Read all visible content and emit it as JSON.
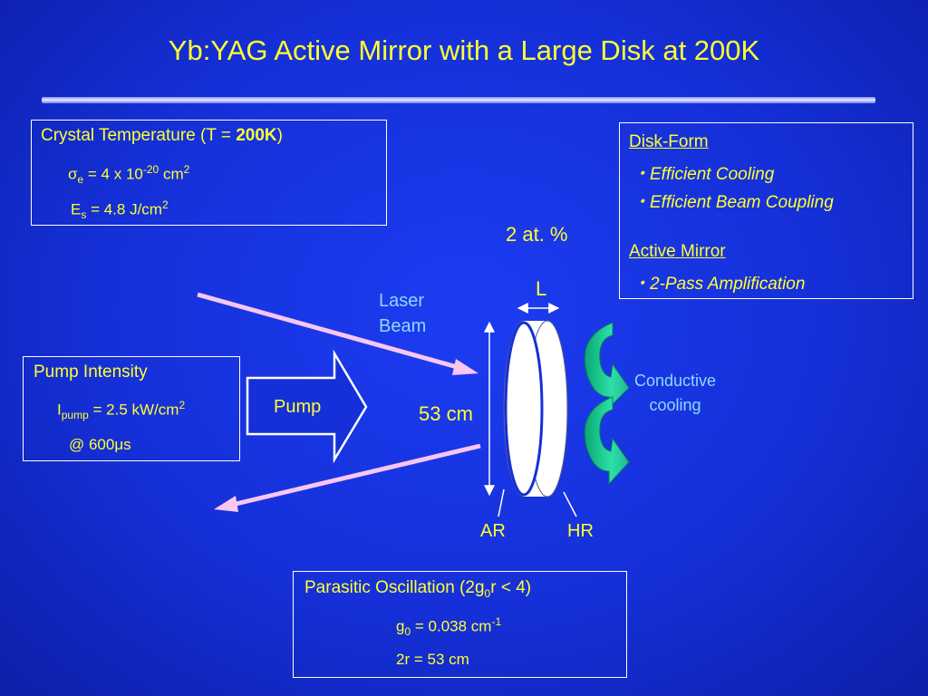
{
  "slide": {
    "title": "Yb:YAG Active Mirror with a Large Disk at 200K"
  },
  "crystal_box": {
    "heading_prefix": "Crystal Temperature (T = ",
    "heading_value": "200K",
    "heading_suffix": ")",
    "sigma_symbol": "σ",
    "sigma_sub": "e",
    "sigma_eq": " = 4 x 10",
    "sigma_exp": "-20",
    "sigma_unit": " cm",
    "sigma_unit_exp": "2",
    "es_symbol": "E",
    "es_sub": "s",
    "es_eq": " = 4.8 J/cm",
    "es_exp": "2"
  },
  "disk_box": {
    "heading1": "Disk-Form",
    "bullet1": "・Efficient Cooling",
    "bullet2": "・Efficient Beam Coupling",
    "heading2": "Active Mirror",
    "bullet3": "・2-Pass Amplification"
  },
  "pump_box": {
    "heading": "Pump Intensity",
    "i_symbol": "I",
    "i_sub": "pump",
    "i_eq": " = 2.5 kW/cm",
    "i_exp": "2",
    "duration": "@ 600μs"
  },
  "parasitic_box": {
    "heading_prefix": "Parasitic Oscillation (2g",
    "heading_sub": "0",
    "heading_suffix": "r < 4)",
    "g0_symbol": "g",
    "g0_sub": "0",
    "g0_eq": " = 0.038 cm",
    "g0_exp": "-1",
    "radius": "2r = 53 cm"
  },
  "diagram": {
    "doping": "2 at. %",
    "thickness_label": "L",
    "laser_label_1": "Laser",
    "laser_label_2": "Beam",
    "pump_label": "Pump",
    "diameter_label": "53 cm",
    "ar_label": "AR",
    "hr_label": "HR",
    "cooling_label_1": "Conductive",
    "cooling_label_2": "cooling"
  }
}
